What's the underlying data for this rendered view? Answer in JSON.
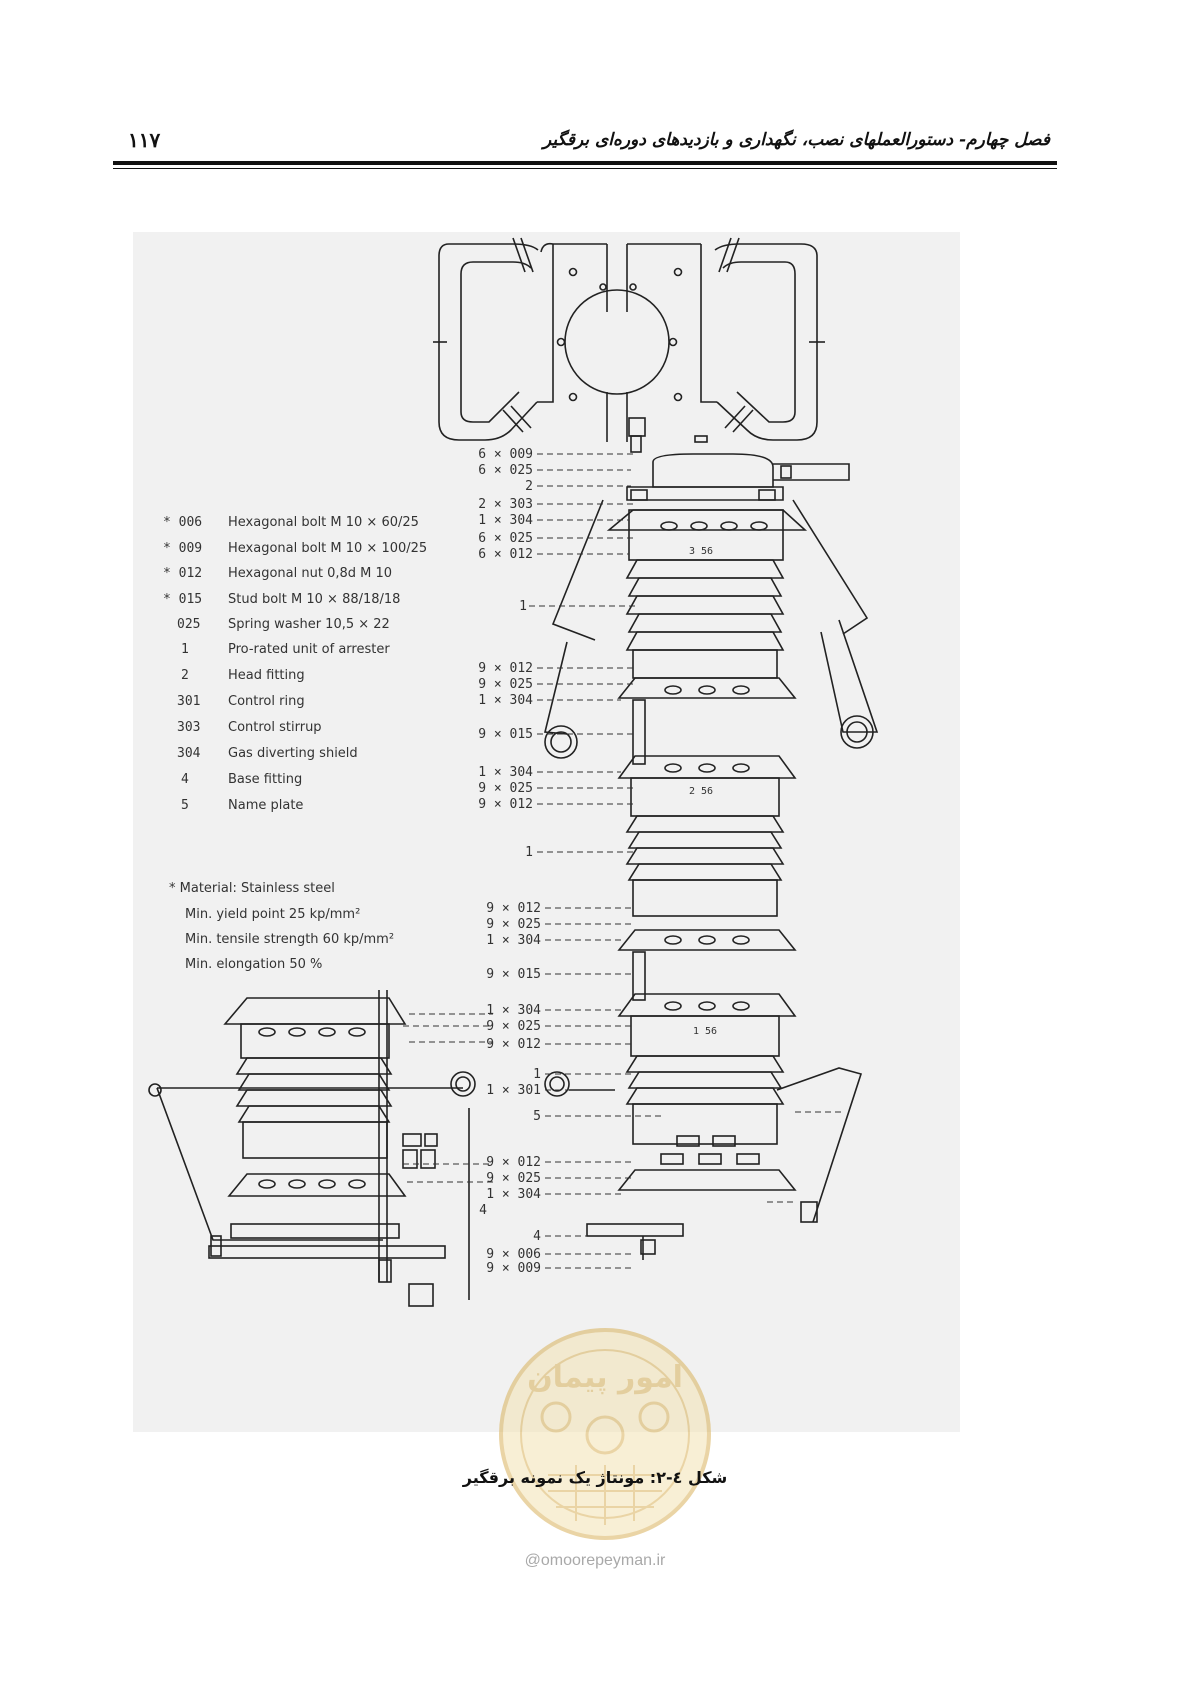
{
  "header": {
    "title": "فصل چهارم- دستورالعملهای نصب، نگهداری و بازدیدهای دوره‌ای برقگیر",
    "page_number": "۱۱۷"
  },
  "legend": [
    {
      "code": "* 006",
      "text": "Hexagonal bolt M 10 × 60/25"
    },
    {
      "code": "* 009",
      "text": "Hexagonal bolt M 10 × 100/25"
    },
    {
      "code": "* 012",
      "text": "Hexagonal nut 0,8d M 10"
    },
    {
      "code": "* 015",
      "text": "Stud bolt M 10 × 88/18/18"
    },
    {
      "code": "025",
      "text": "Spring washer 10,5 × 22"
    },
    {
      "code": "1",
      "text": "Pro-rated unit of arrester"
    },
    {
      "code": "2",
      "text": "Head fitting"
    },
    {
      "code": "301",
      "text": "Control ring"
    },
    {
      "code": "303",
      "text": "Control stirrup"
    },
    {
      "code": "304",
      "text": "Gas diverting shield"
    },
    {
      "code": "4",
      "text": "Base fitting"
    },
    {
      "code": "5",
      "text": "Name plate"
    }
  ],
  "material_note": [
    "* Material: Stainless steel",
    "Min. yield point 25 kp/mm²",
    "Min. tensile strength 60 kp/mm²",
    "Min. elongation 50 %"
  ],
  "callouts": {
    "head": [
      "6 × 009",
      "6 × 025",
      "2",
      "2 × 303",
      "1 × 304",
      "6 × 025",
      "6 × 012"
    ],
    "unit_top_body": "1",
    "unit_top_bottom": [
      "9 × 012",
      "9 × 025",
      "1 × 304"
    ],
    "stud_1": "9 × 015",
    "unit_mid_top": [
      "1 × 304",
      "9 × 025",
      "9 × 012"
    ],
    "unit_mid_body": "1",
    "unit_mid_bottom": [
      "9 × 012",
      "9 × 025",
      "1 × 304"
    ],
    "stud_2": "9 × 015",
    "unit_low_top": [
      "1 × 304",
      "9 × 025",
      "9 × 012"
    ],
    "unit_low_body": "1",
    "control_ring": "1 × 301",
    "name_plate": "5",
    "unit_low_bottom": [
      "9 × 012",
      "9 × 025",
      "1 × 304"
    ],
    "base_left": "4",
    "base_right": "4",
    "base_bolts": [
      "9 × 006",
      "9 × 009"
    ]
  },
  "unit_marks": [
    "3 56",
    "2 56",
    "1 56"
  ],
  "caption": "شکل ٤-۲: مونتاژ یک نمونه برقگیر",
  "watermark": {
    "seal_text": "امور پیمان",
    "url": "@omoorepeyman.ir"
  },
  "colors": {
    "ink": "#111111",
    "figure_background": "#f1f1f1",
    "watermark_gold": "#d9b25c"
  }
}
